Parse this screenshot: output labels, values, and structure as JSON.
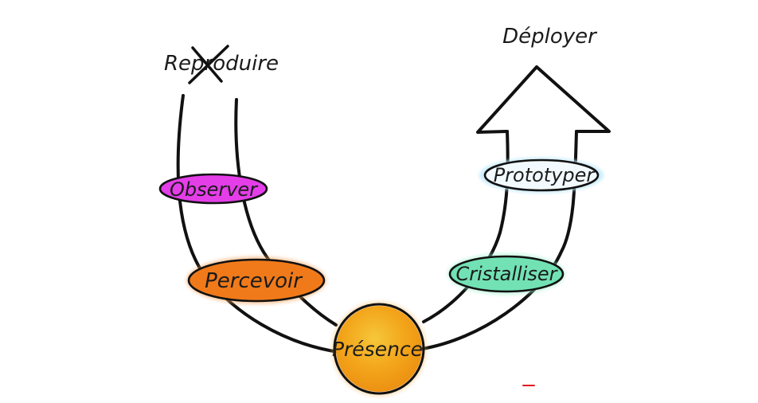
{
  "diagram": {
    "labels": {
      "top_left": "Reproduire",
      "top_right": "Déployer",
      "observer": "Observer",
      "percevoir": "Percevoir",
      "presence": "Présence",
      "cristalliser": "Cristalliser",
      "prototyper": "Prototyper"
    },
    "colors": {
      "observer": "#e43ee8",
      "percevoir": "#f07a1a",
      "presence": "#f3a51a",
      "cristalliser": "#72e2b4",
      "prototyper": "#cfeefc",
      "ink": "#111111"
    },
    "notes": {
      "top_left_struck": true
    }
  }
}
